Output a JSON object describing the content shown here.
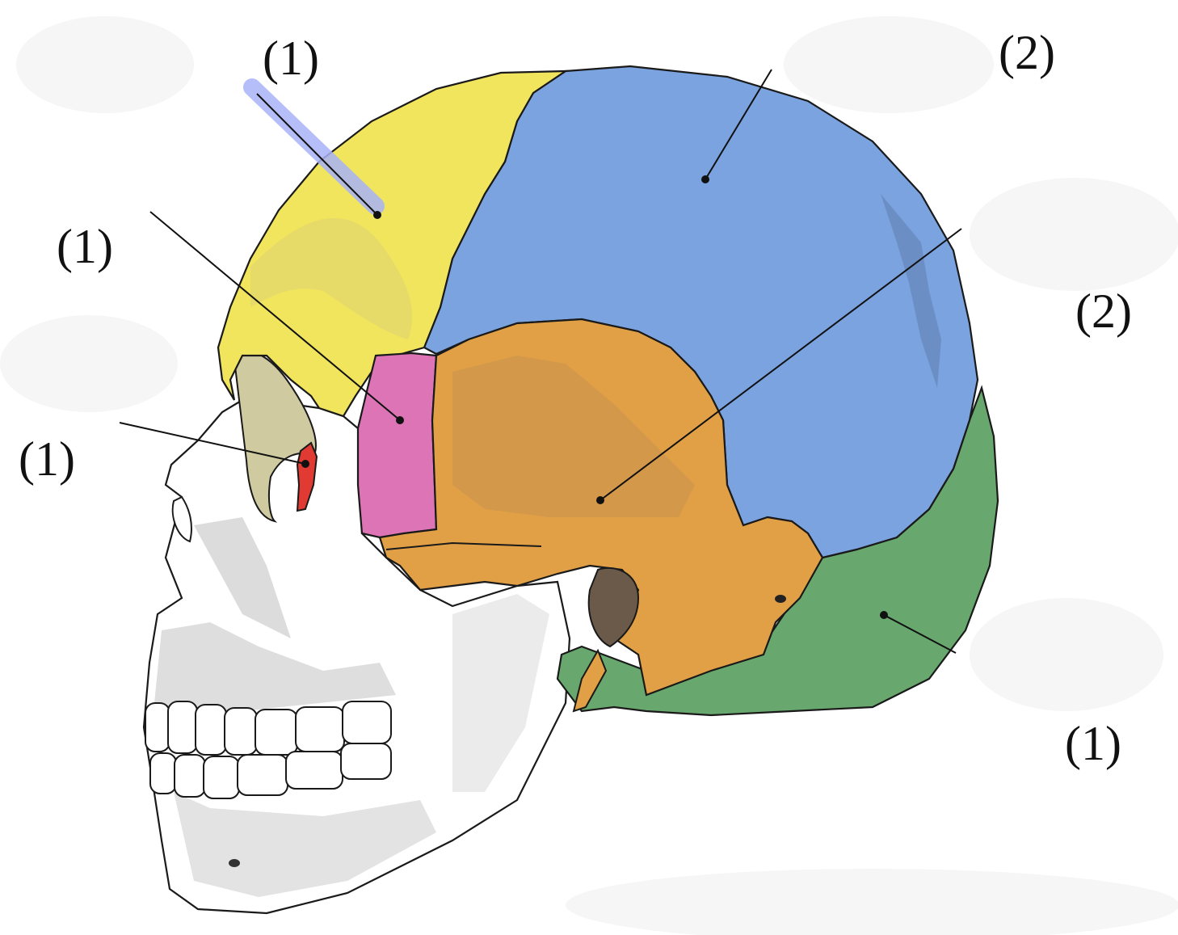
{
  "colors": {
    "frontal": "#f1e55e",
    "parietal": "#7aa3e0",
    "temporal": "#e1a046",
    "occipital": "#68a86e",
    "sphenoid": "#dc74b6",
    "lacrimal": "#e03a32",
    "facial": "#ffffff",
    "bone_shade": "#d9d9d9",
    "outline": "#1a1a1a",
    "highlight_pointer": "#a9b3f7"
  },
  "labels": {
    "frontal": "(1)",
    "parietal": "(2)",
    "sphenoid": "(1)",
    "temporal": "(2)",
    "lacrimal": "(1)",
    "occipital": "(1)"
  }
}
